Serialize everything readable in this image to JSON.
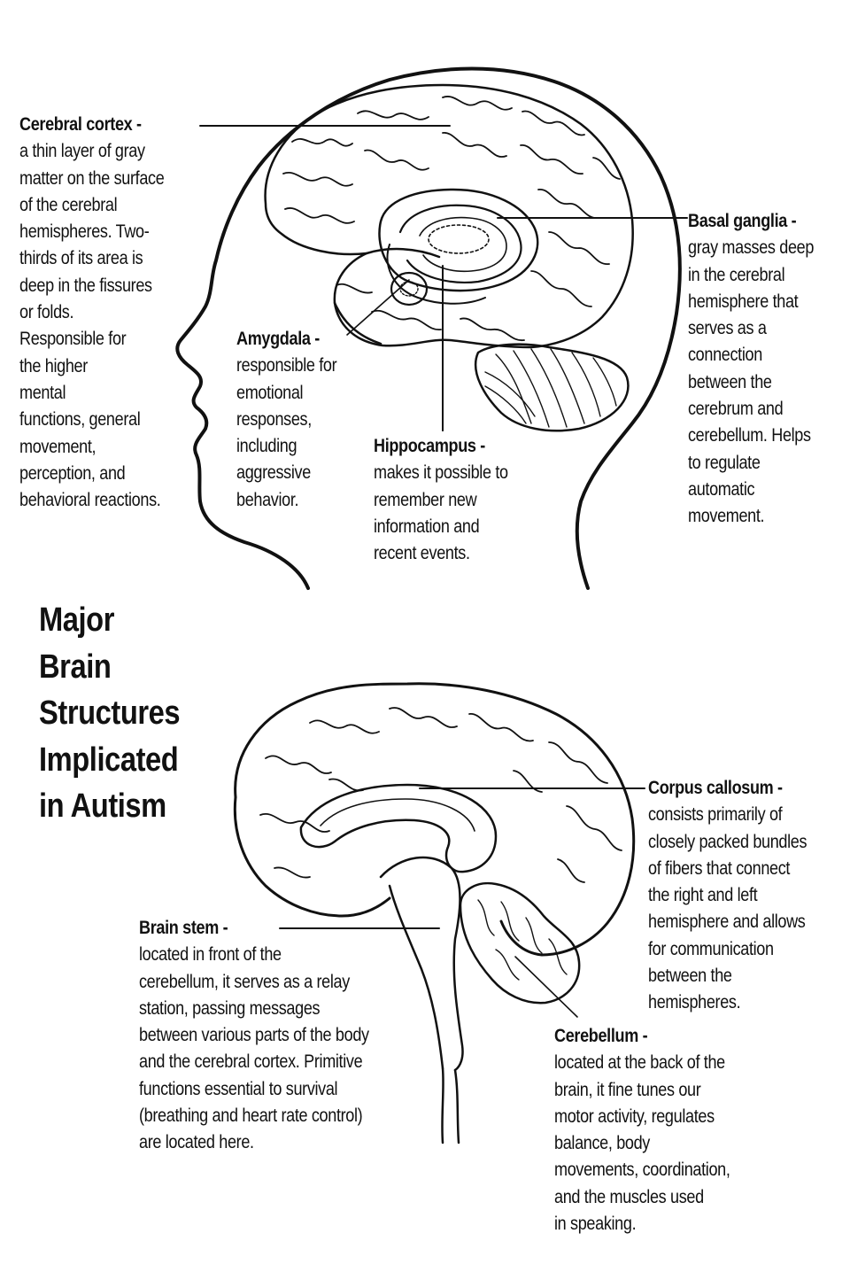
{
  "title_lines": [
    "Major",
    "Brain",
    "Structures",
    "Implicated",
    "in Autism"
  ],
  "labels": {
    "cerebral_cortex": {
      "term": "Cerebral cortex -",
      "lines": [
        "a thin layer of gray",
        "matter on the surface",
        "of the cerebral",
        "hemispheres. Two-",
        "thirds of its area is",
        "deep in the fissures",
        "or folds.",
        "Responsible for",
        "the higher",
        "mental",
        "functions, general",
        "movement,",
        "perception, and",
        "behavioral reactions."
      ]
    },
    "amygdala": {
      "term": "Amygdala -",
      "lines": [
        "responsible for",
        "emotional",
        "responses,",
        "including",
        "aggressive",
        "behavior."
      ]
    },
    "hippocampus": {
      "term": "Hippocampus -",
      "lines": [
        "makes it possible to",
        "remember new",
        "information and",
        "recent events."
      ]
    },
    "basal_ganglia": {
      "term": "Basal ganglia -",
      "lines": [
        "gray masses deep",
        "in the cerebral",
        "hemisphere that",
        "serves as a",
        "connection",
        "between the",
        "cerebrum and",
        "cerebellum. Helps",
        "to regulate",
        "automatic",
        "movement."
      ]
    },
    "corpus_callosum": {
      "term": "Corpus callosum -",
      "lines": [
        "consists primarily of",
        "closely packed bundles",
        "of fibers that connect",
        "the right and left",
        "hemisphere and allows",
        "for communication",
        "between the",
        "hemispheres."
      ]
    },
    "brain_stem": {
      "term": "Brain stem -",
      "lines": [
        "located in front of the",
        "cerebellum, it serves as a relay",
        "station, passing messages",
        "between various parts of the body",
        "and the cerebral cortex. Primitive",
        "functions essential to survival",
        "(breathing and heart rate control)",
        "are located here."
      ]
    },
    "cerebellum": {
      "term": "Cerebellum -",
      "lines": [
        "located at the back of the",
        "brain, it fine tunes our",
        "motor activity, regulates",
        "balance, body",
        "movements, coordination,",
        "and the muscles used",
        "in speaking."
      ]
    }
  }
}
